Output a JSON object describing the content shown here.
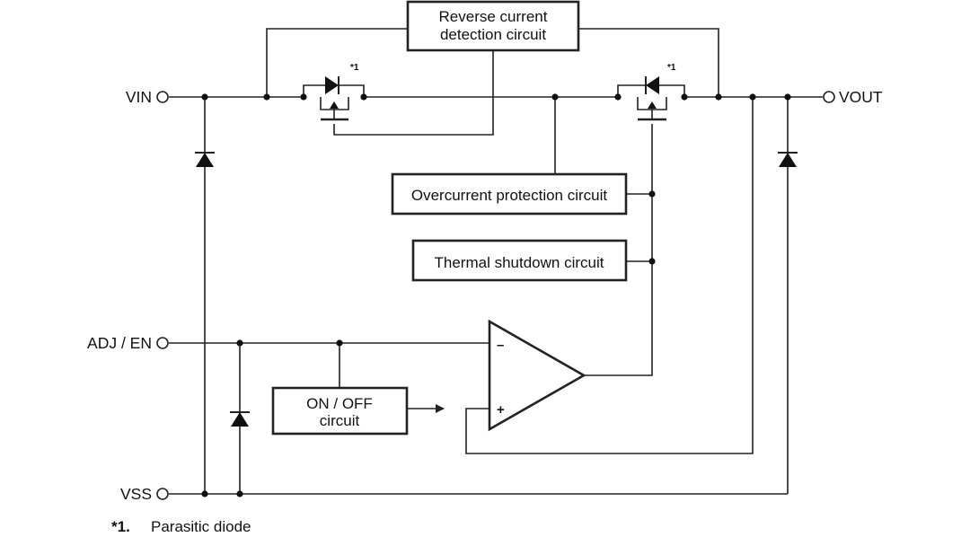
{
  "terminals": {
    "vin": "VIN",
    "vout": "VOUT",
    "adj_en": "ADJ / EN",
    "vss": "VSS"
  },
  "blocks": {
    "reverse_current": [
      "Reverse current",
      "detection circuit"
    ],
    "overcurrent": "Overcurrent protection circuit",
    "thermal": "Thermal shutdown circuit",
    "on_off": [
      "ON / OFF",
      "circuit"
    ]
  },
  "opamp": {
    "minus": "–",
    "plus": "+"
  },
  "parasitic_mark": "*1",
  "footnote": {
    "mark": "*1.",
    "text": "Parasitic diode"
  }
}
